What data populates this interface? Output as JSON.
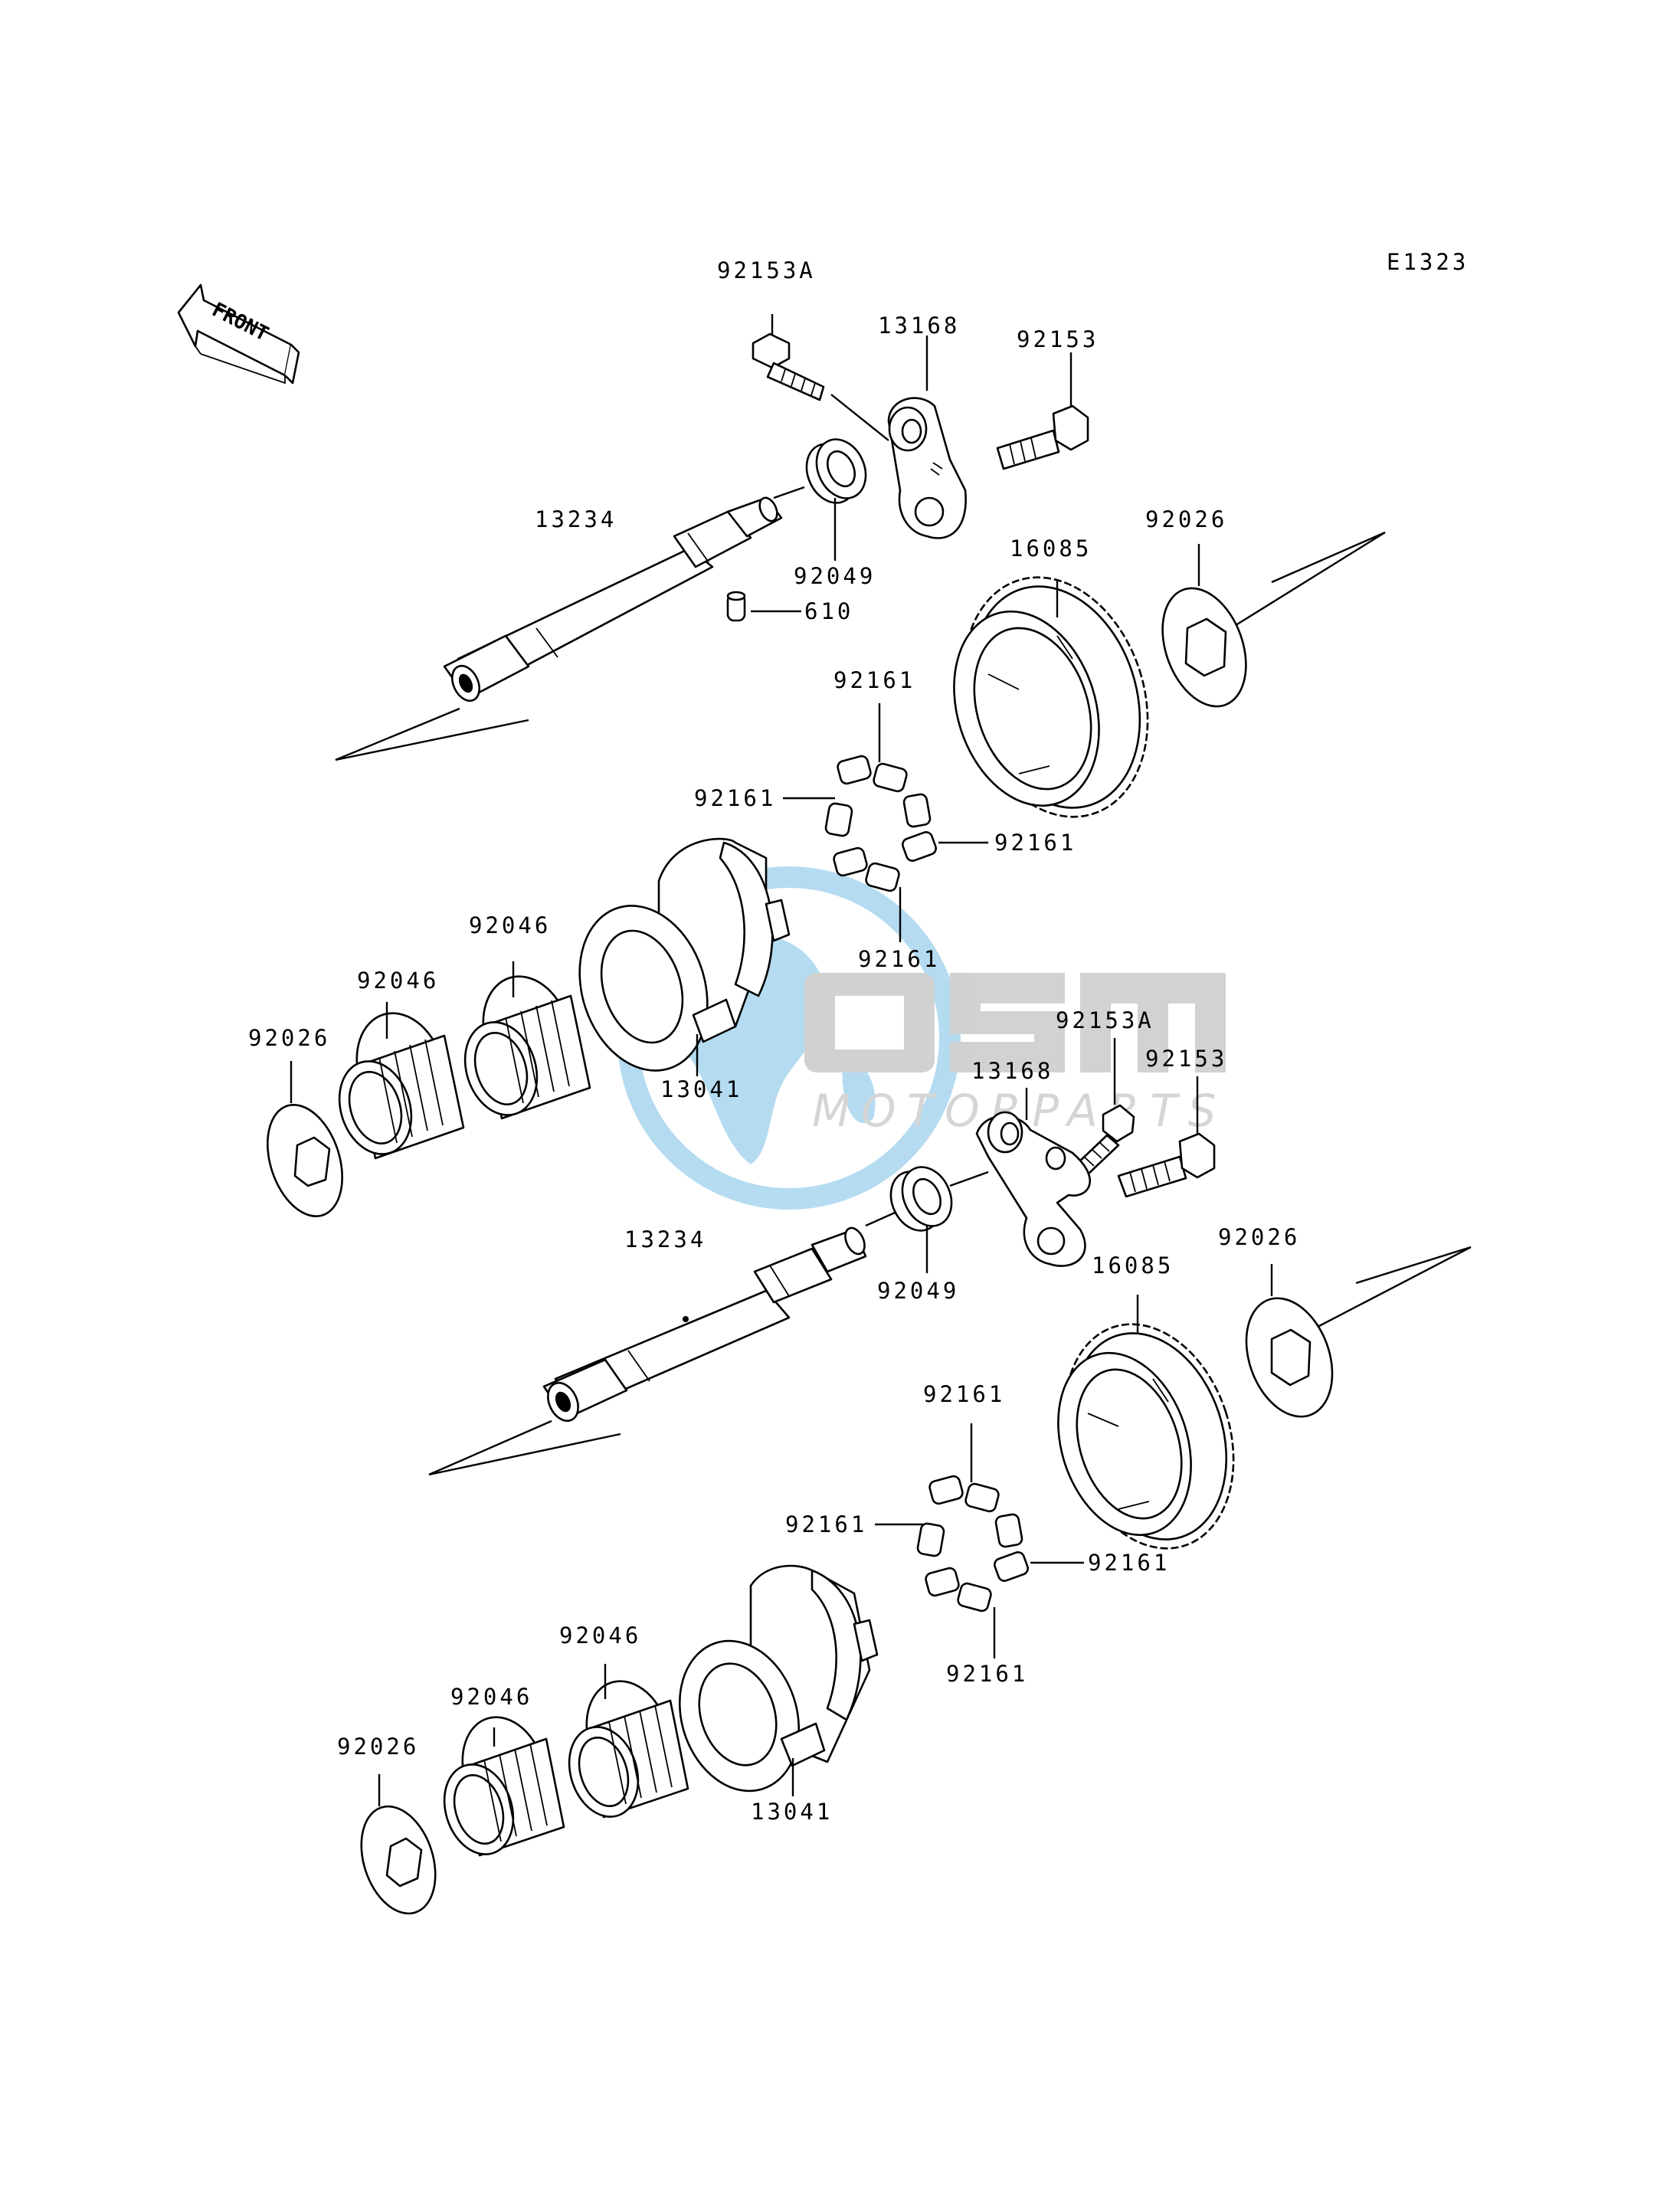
{
  "diagram": {
    "code": "E1323",
    "front_arrow_label": "FRONT",
    "watermark": {
      "logo": "OSM",
      "tagline": "MOTORPARTS",
      "color": "#2a9ad6"
    },
    "labels": {
      "top": {
        "bolt_a": "92153A",
        "bracket": "13168",
        "bolt": "92153",
        "shaft": "13234",
        "oil_seal": "92049",
        "pin": "610",
        "gear": "16085",
        "washer_right": "92026",
        "damper_top": "92161",
        "damper_left": "92161",
        "damper_right": "92161",
        "damper_bottom": "92161",
        "bearing_1": "92046",
        "bearing_2": "92046",
        "washer_left": "92026",
        "hub": "13041"
      },
      "bottom": {
        "bolt_a": "92153A",
        "bracket": "13168",
        "bolt": "92153",
        "shaft": "13234",
        "oil_seal": "92049",
        "gear": "16085",
        "washer_right": "92026",
        "damper_top": "92161",
        "damper_left": "92161",
        "damper_right": "92161",
        "damper_bottom": "92161",
        "bearing_1": "92046",
        "bearing_2": "92046",
        "washer_left": "92026",
        "hub": "13041"
      }
    }
  }
}
